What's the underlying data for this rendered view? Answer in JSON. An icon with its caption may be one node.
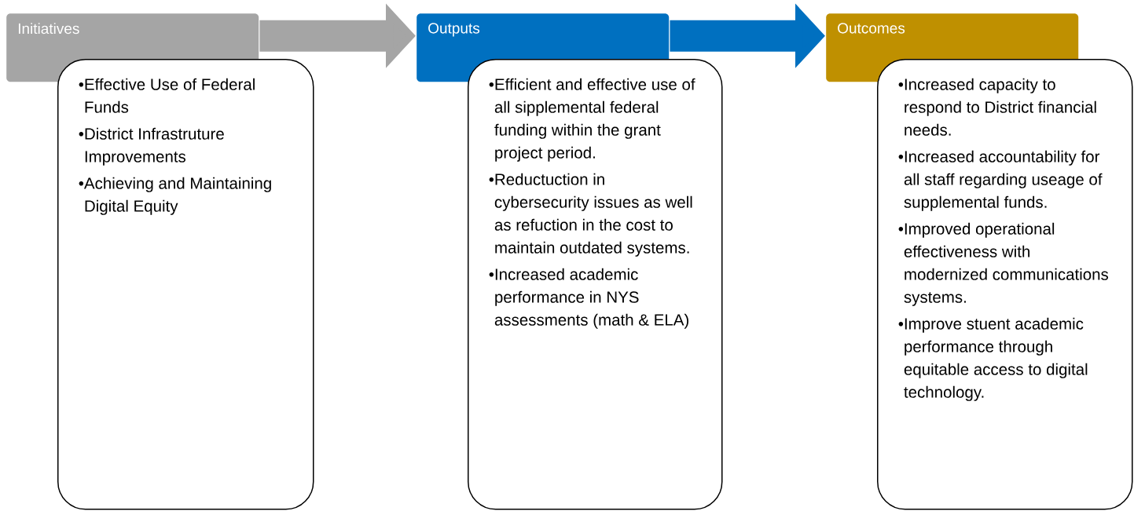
{
  "diagram": {
    "nodes": [
      {
        "text": [
          "Initiatives"
        ]
      },
      {
        "text": [
          "•Effective Use of Federal Funds",
          "•District Infrastruture Improvements",
          "•Achieving and Maintaining Digital Equity"
        ]
      },
      {
        "text": [
          "Outputs"
        ]
      },
      {
        "text": [
          "•Efficient and effective use of all sipplemental federal funding within the grant project period.",
          "•Reductuction in cybersecurity issues as well as refuction in the cost to maintain outdated systems.",
          "•Increased academic performance in NYS assessments (math & ELA)"
        ]
      },
      {
        "text": [
          "Outcomes"
        ]
      },
      {
        "text": [
          "•Increased capacity to respond to District financial needs.",
          "•Increased accountability for all staff regarding useage of supplemental funds.",
          "•Improved operational effectiveness with modernized communications systems.",
          "•Improve stuent academic performance through equitable access to digital technology."
        ]
      }
    ],
    "edges": [
      {
        "from": 0,
        "to": 2,
        "arrow": "to",
        "color": "#a5a5a5"
      },
      {
        "from": 2,
        "to": 4,
        "arrow": "to",
        "color": "#0070c0"
      }
    ]
  }
}
